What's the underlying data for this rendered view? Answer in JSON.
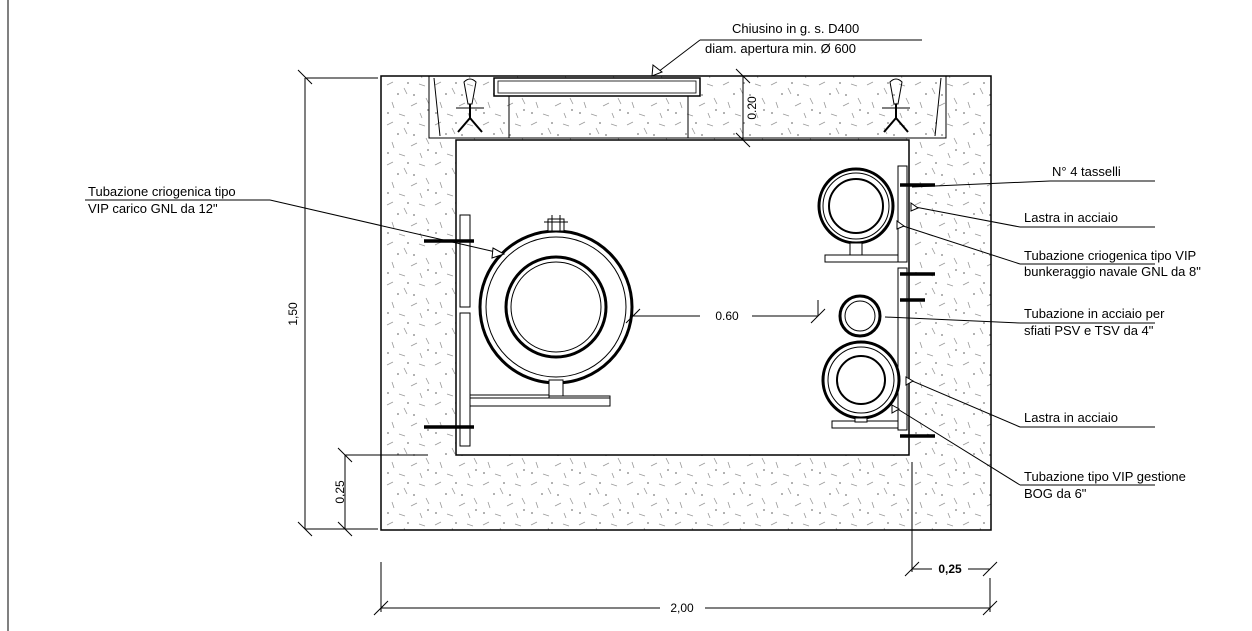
{
  "labels": {
    "chiusino_1": "Chiusino in g. s. D400",
    "chiusino_2": "diam. apertura min. Ø 600",
    "vip12_1": "Tubazione criogenica tipo",
    "vip12_2": "VIP carico GNL da 12\"",
    "tasselli": "N° 4 tasselli",
    "lastra_1": "Lastra in acciaio",
    "vip8_1": "Tubazione criogenica tipo VIP",
    "vip8_2": "bunkeraggio navale GNL da 8\"",
    "acc4_1": "Tubazione in acciaio per",
    "acc4_2": "sfiati PSV e TSV da 4\"",
    "lastra_2": "Lastra in acciaio",
    "bog_1": "Tubazione tipo VIP gestione",
    "bog_2": "BOG da 6\""
  },
  "dimensions": {
    "height": "1,50",
    "cover": "0.20",
    "span": "0.60",
    "bottom": "0,25",
    "wall": "0,25",
    "width": "2,00"
  }
}
